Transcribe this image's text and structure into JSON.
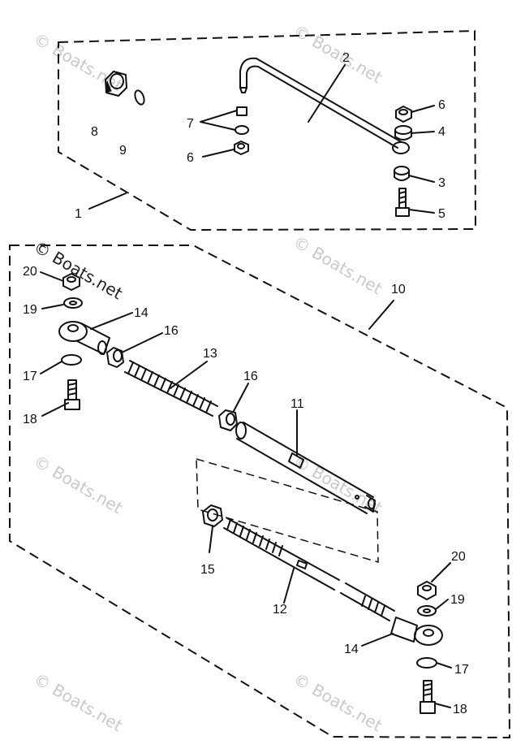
{
  "watermark": "© Boats.net",
  "callouts": [
    "1",
    "2",
    "3",
    "4",
    "5",
    "6",
    "6",
    "7",
    "8",
    "9",
    "10",
    "11",
    "12",
    "13",
    "14",
    "14",
    "15",
    "16",
    "16",
    "17",
    "17",
    "18",
    "18",
    "19",
    "19",
    "20",
    "20"
  ]
}
